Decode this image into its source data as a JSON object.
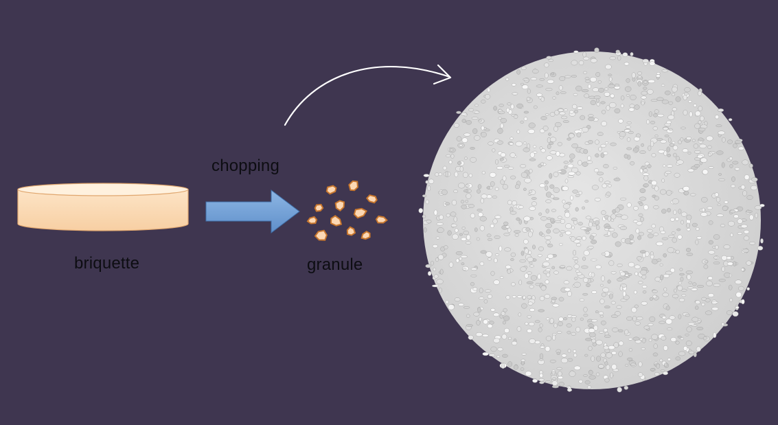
{
  "labels": {
    "briquette": "briquette",
    "chopping": "chopping",
    "granule": "granule"
  },
  "colors": {
    "background": "#3f3650",
    "briquette_fill": "#fde0c0",
    "arrow_fill": "#7aa6d8",
    "granule_fill": "#fcd8b4",
    "granule_stroke": "#c8772e",
    "pile_fill": "#dcdcdc",
    "curve_stroke": "#ffffff",
    "text": "#0d0d12"
  }
}
